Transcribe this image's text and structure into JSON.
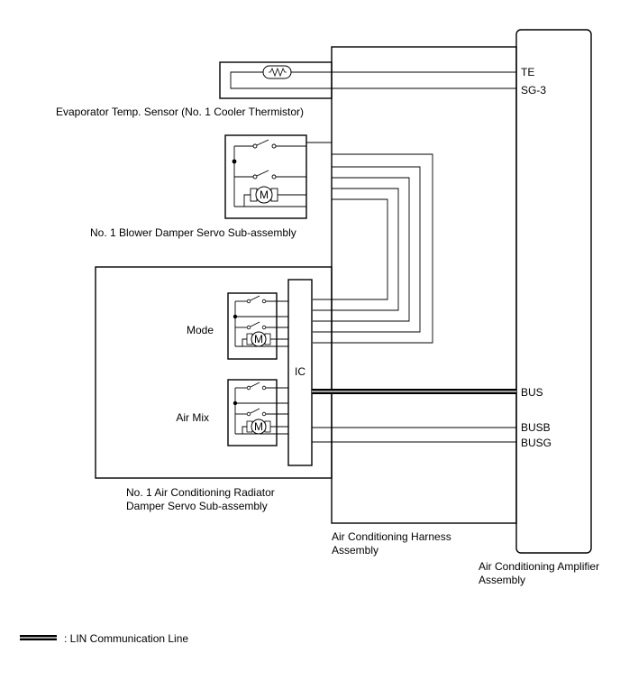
{
  "components": {
    "evaporator_sensor": {
      "label": "Evaporator Temp. Sensor (No. 1 Cooler Thermistor)"
    },
    "blower_damper": {
      "label": "No. 1 Blower Damper Servo Sub-assembly",
      "motor_symbol": "M"
    },
    "radiator_damper": {
      "label_line1": "No. 1 Air Conditioning Radiator",
      "label_line2": "Damper Servo Sub-assembly",
      "mode_label": "Mode",
      "air_mix_label": "Air Mix",
      "ic_label": "IC",
      "motor_symbol": "M"
    },
    "harness": {
      "label_line1": "Air Conditioning Harness",
      "label_line2": "Assembly"
    },
    "amplifier": {
      "label_line1": "Air Conditioning Amplifier",
      "label_line2": "Assembly",
      "pins": [
        "TE",
        "SG-3",
        "BUS",
        "BUSB",
        "BUSG"
      ]
    }
  },
  "legend": {
    "text": ": LIN Communication Line"
  }
}
